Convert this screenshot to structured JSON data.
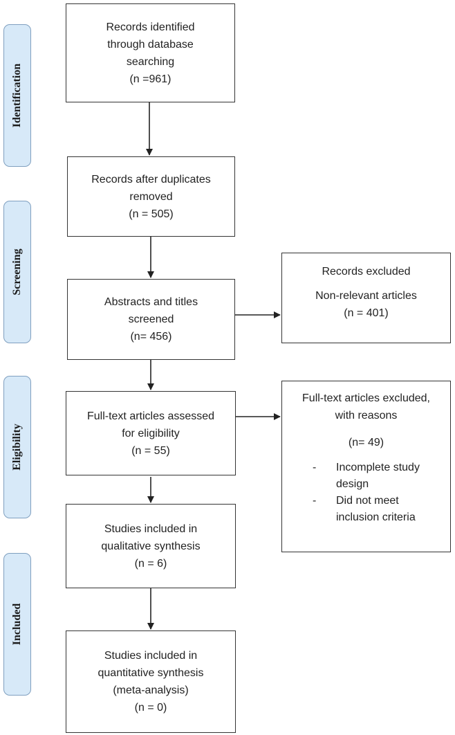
{
  "phases": {
    "identification": "Identification",
    "screening": "Screening",
    "eligibility": "Eligibility",
    "included": "Included"
  },
  "boxes": {
    "identified": [
      "Records identified",
      "through database",
      "searching",
      "(n =961)"
    ],
    "after_duplicates": [
      "Records after duplicates",
      "removed",
      "(n = 505)"
    ],
    "screened": [
      "Abstracts and titles",
      "screened",
      "(n= 456)"
    ],
    "excluded": [
      "Records excluded",
      "Non-relevant articles",
      "(n = 401)"
    ],
    "full_text": [
      "Full-text articles assessed",
      "for eligibility",
      "(n = 55)"
    ],
    "full_text_excluded": {
      "heading": [
        "Full-text articles excluded,",
        "with reasons"
      ],
      "count": "(n= 49)",
      "reasons": [
        {
          "dash": "-",
          "lines": [
            "Incomplete study",
            "design"
          ]
        },
        {
          "dash": "-",
          "lines": [
            "Did not meet",
            "inclusion criteria"
          ]
        }
      ]
    },
    "qualitative": [
      "Studies included in",
      "qualitative synthesis",
      "(n = 6)"
    ],
    "quantitative": [
      "Studies included in",
      "quantitative synthesis",
      "(meta-analysis)",
      "(n = 0)"
    ]
  }
}
